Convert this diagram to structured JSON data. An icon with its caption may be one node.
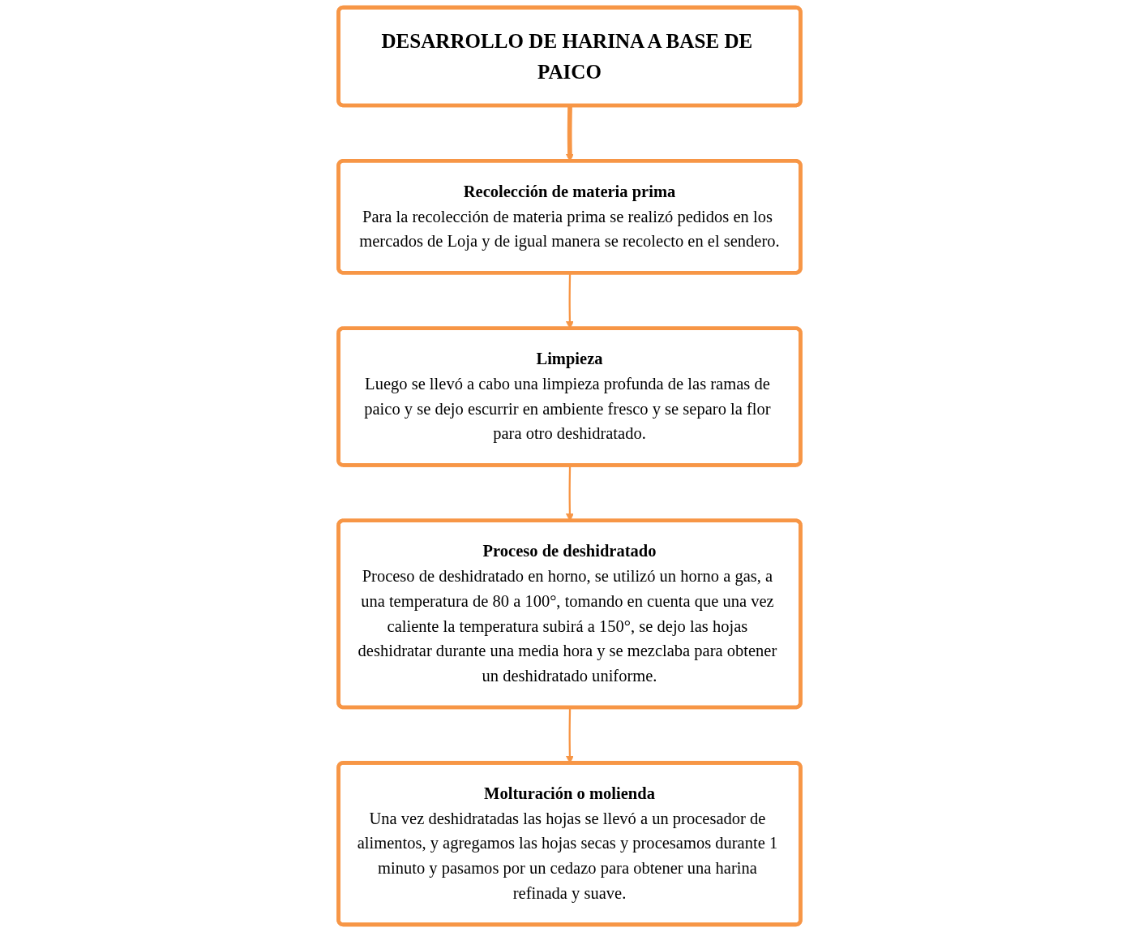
{
  "diagram": {
    "nodes": [
      {
        "text": [
          "DESARROLLO DE HARINA A BASE DE PAICO"
        ]
      },
      {
        "text": [
          "Recolección de materia prima",
          "Para la recolección de materia prima se realizó pedidos en los mercados de Loja y de igual manera se recolecto en el sendero."
        ]
      },
      {
        "text": [
          "Limpieza",
          "Luego se llevó a cabo una limpieza profunda de las ramas de paico y se dejo escurrir en ambiente fresco y se separo la flor para otro deshidratado."
        ]
      },
      {
        "text": [
          "Proceso de deshidratado",
          "Proceso de deshidratado en horno, se utilizó un horno a gas, a una temperatura de 80 a 100°, tomando en cuenta que una vez caliente la temperatura subirá a 150°, se dejo las hojas deshidratar durante una media hora y se mezclaba para obtener un deshidratado uniforme."
        ]
      },
      {
        "text": [
          "Molturación o molienda",
          "Una vez deshidratadas las hojas se llevó a un procesador de alimentos, y agregamos las hojas secas y procesamos durante 1 minuto y pasamos por un cedazo para obtener una harina refinada y suave."
        ]
      }
    ],
    "edges": [
      {
        "from": 0,
        "to": 1,
        "arrow": "to",
        "style": "thick"
      },
      {
        "from": 1,
        "to": 2,
        "arrow": "to"
      },
      {
        "from": 2,
        "to": 3,
        "arrow": "to"
      },
      {
        "from": 3,
        "to": 4,
        "arrow": "to"
      }
    ]
  }
}
